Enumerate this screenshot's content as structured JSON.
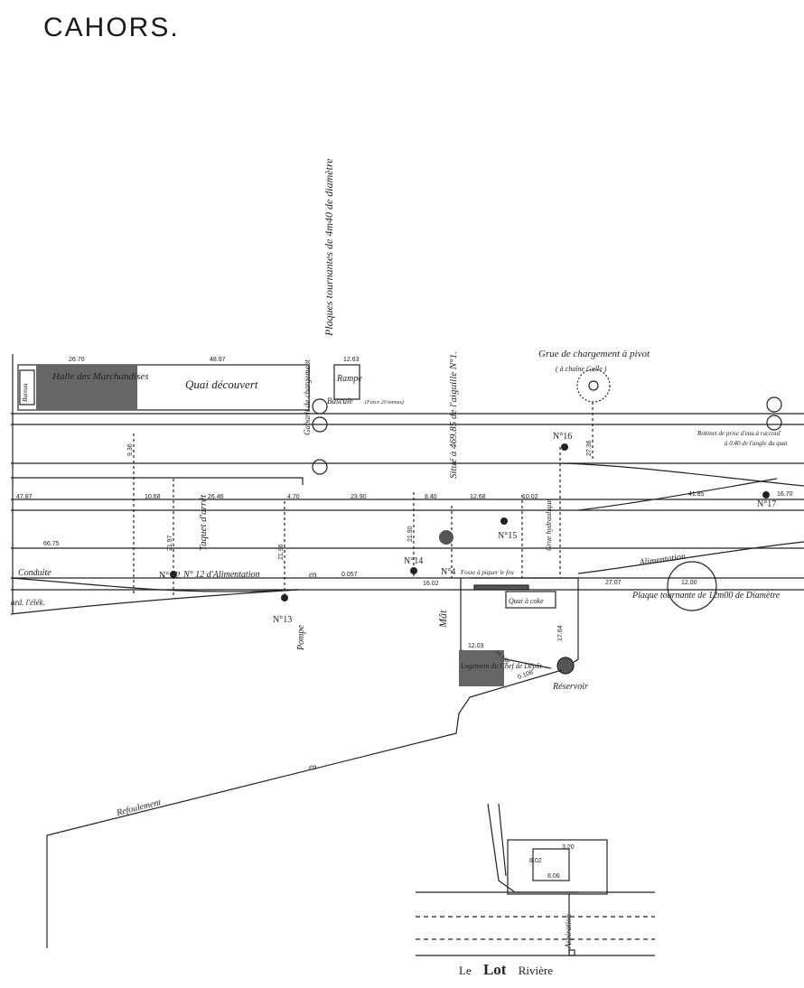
{
  "title": "CAHORS.",
  "buildings": {
    "halle": "Halle des Marchandises",
    "bureau": "Bureau",
    "quai": "Quai découvert",
    "rampe": "Rampe",
    "logement": "Logement du Chef de Dépôt",
    "quai_coke": "Quai à coke"
  },
  "labels": {
    "grue": "Grue de chargement à pivot",
    "grue_sub": "( à chaîne Galle )",
    "bascule": "Bascule",
    "bascule_sub": "(Force 20 tonnes)",
    "plaques": "Plaques tournantes de 4m40 de diamètre",
    "gabarit": "Gabarit de chargement",
    "taquet": "Taquet d'arrêt",
    "aiguille": "Situé à 469.85 de l'aiguille N°1.",
    "robinet_1": "Robinet de prise d'eau à raccord",
    "robinet_2": "à 0.40 de l'angle du quai",
    "alimentation": "Alimentation",
    "plaque_tournante": "Plaque tournante de 12m00 de Diamètre",
    "conduite": "Conduite",
    "conduite_alim": "N° 12 d'Alimentation",
    "refoulement": "Refoulement",
    "reservoir": "Réservoir",
    "mat": "Mât",
    "pompe": "Pompe",
    "grue_hydraulique": "Grue hydraulique",
    "fosse": "Fosse à piquer le feu",
    "aspiration": "Aspiration",
    "cond_left": "ard. l'élék.",
    "en": "en",
    "diam": "0.057",
    "d108": "0.108",
    "en108": "en 108"
  },
  "markers": {
    "n12": "N° 12",
    "n13": "N°13",
    "n14": "N°14",
    "n15": "N°15",
    "n16": "N°16",
    "n17": "N°17",
    "n4": "N°4"
  },
  "dimensions": {
    "d1": "26.70",
    "d2": "48.97",
    "d3": "12.63",
    "d4": "10.68",
    "d5": "26.46",
    "d6": "4.70",
    "d7": "23.90",
    "d8": "8.40",
    "d9": "12.68",
    "d10": "10.02",
    "d11": "41.85",
    "d12": "16.70",
    "d13": "27.07",
    "d14": "16.02",
    "d15": "12.00",
    "d16": "12.03",
    "d17": "17.64",
    "d18": "27.36",
    "d19": "21.97",
    "d20": "21.96",
    "d21": "21.90",
    "d22": "9.36",
    "d23": "47.87",
    "d24": "66.75",
    "d25": "8.02",
    "d26": "8.06",
    "d27": "3.20"
  },
  "river": {
    "le": "Le",
    "lot": "Lot",
    "riviere": "Rivière"
  },
  "colors": {
    "ink": "#222222",
    "dark_fill": "#666666",
    "paper": "#ffffff"
  }
}
